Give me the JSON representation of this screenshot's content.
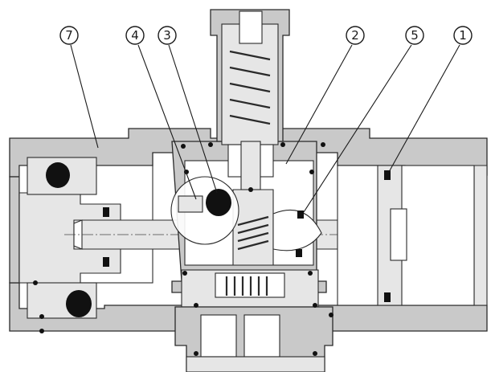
{
  "callouts": [
    {
      "label": "⑦",
      "id": "7"
    },
    {
      "label": "④",
      "id": "4"
    },
    {
      "label": "③",
      "id": "3"
    },
    {
      "label": "②",
      "id": "2"
    },
    {
      "label": "⑤",
      "id": "5"
    },
    {
      "label": "①",
      "id": "1"
    }
  ],
  "colors": {
    "body": "#c9c9c9",
    "light": "#e6e6e6",
    "seal": "#111111",
    "line": "#2a2a2a"
  }
}
